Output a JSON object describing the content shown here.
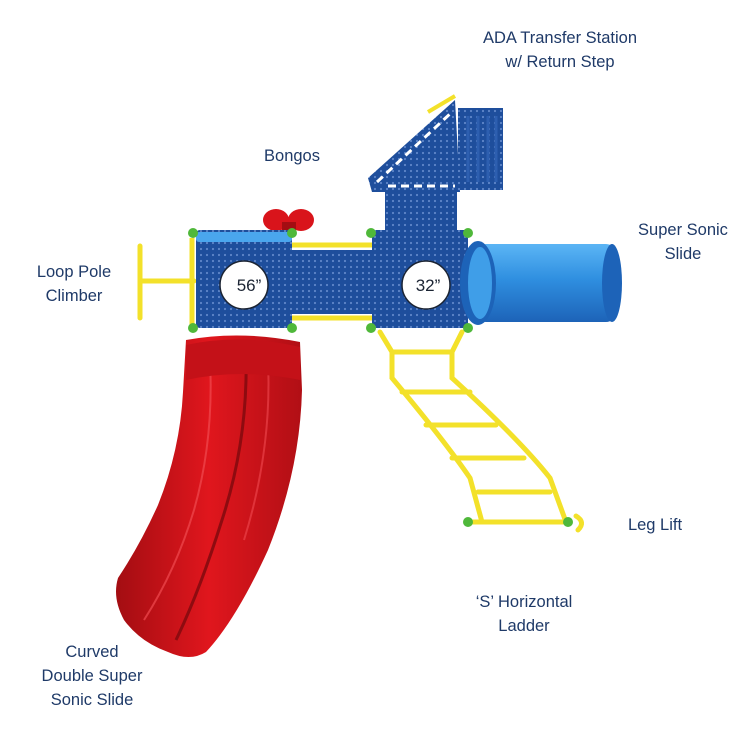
{
  "labels": {
    "ada_transfer_station": [
      "ADA Transfer Station",
      "w/ Return Step"
    ],
    "bongos": [
      "Bongos"
    ],
    "super_sonic_slide": [
      "Super Sonic",
      "Slide"
    ],
    "loop_pole_climber": [
      "Loop Pole",
      "Climber"
    ],
    "leg_lift": [
      "Leg Lift"
    ],
    "s_horizontal_ladder": [
      "‘S’ Horizontal",
      "Ladder"
    ],
    "curved_double_super_sonic_slide": [
      "Curved",
      "Double Super",
      "Sonic Slide"
    ]
  },
  "decks": {
    "left_height": "56”",
    "right_height": "32”"
  },
  "colors": {
    "deck_blue": "#1e4e9c",
    "frame_yellow": "#f3e12a",
    "slide_red": "#d9141b",
    "tube_blue": "#2f8fe0",
    "clamp_green": "#4fb83a",
    "label_text": "#1f3a68"
  }
}
